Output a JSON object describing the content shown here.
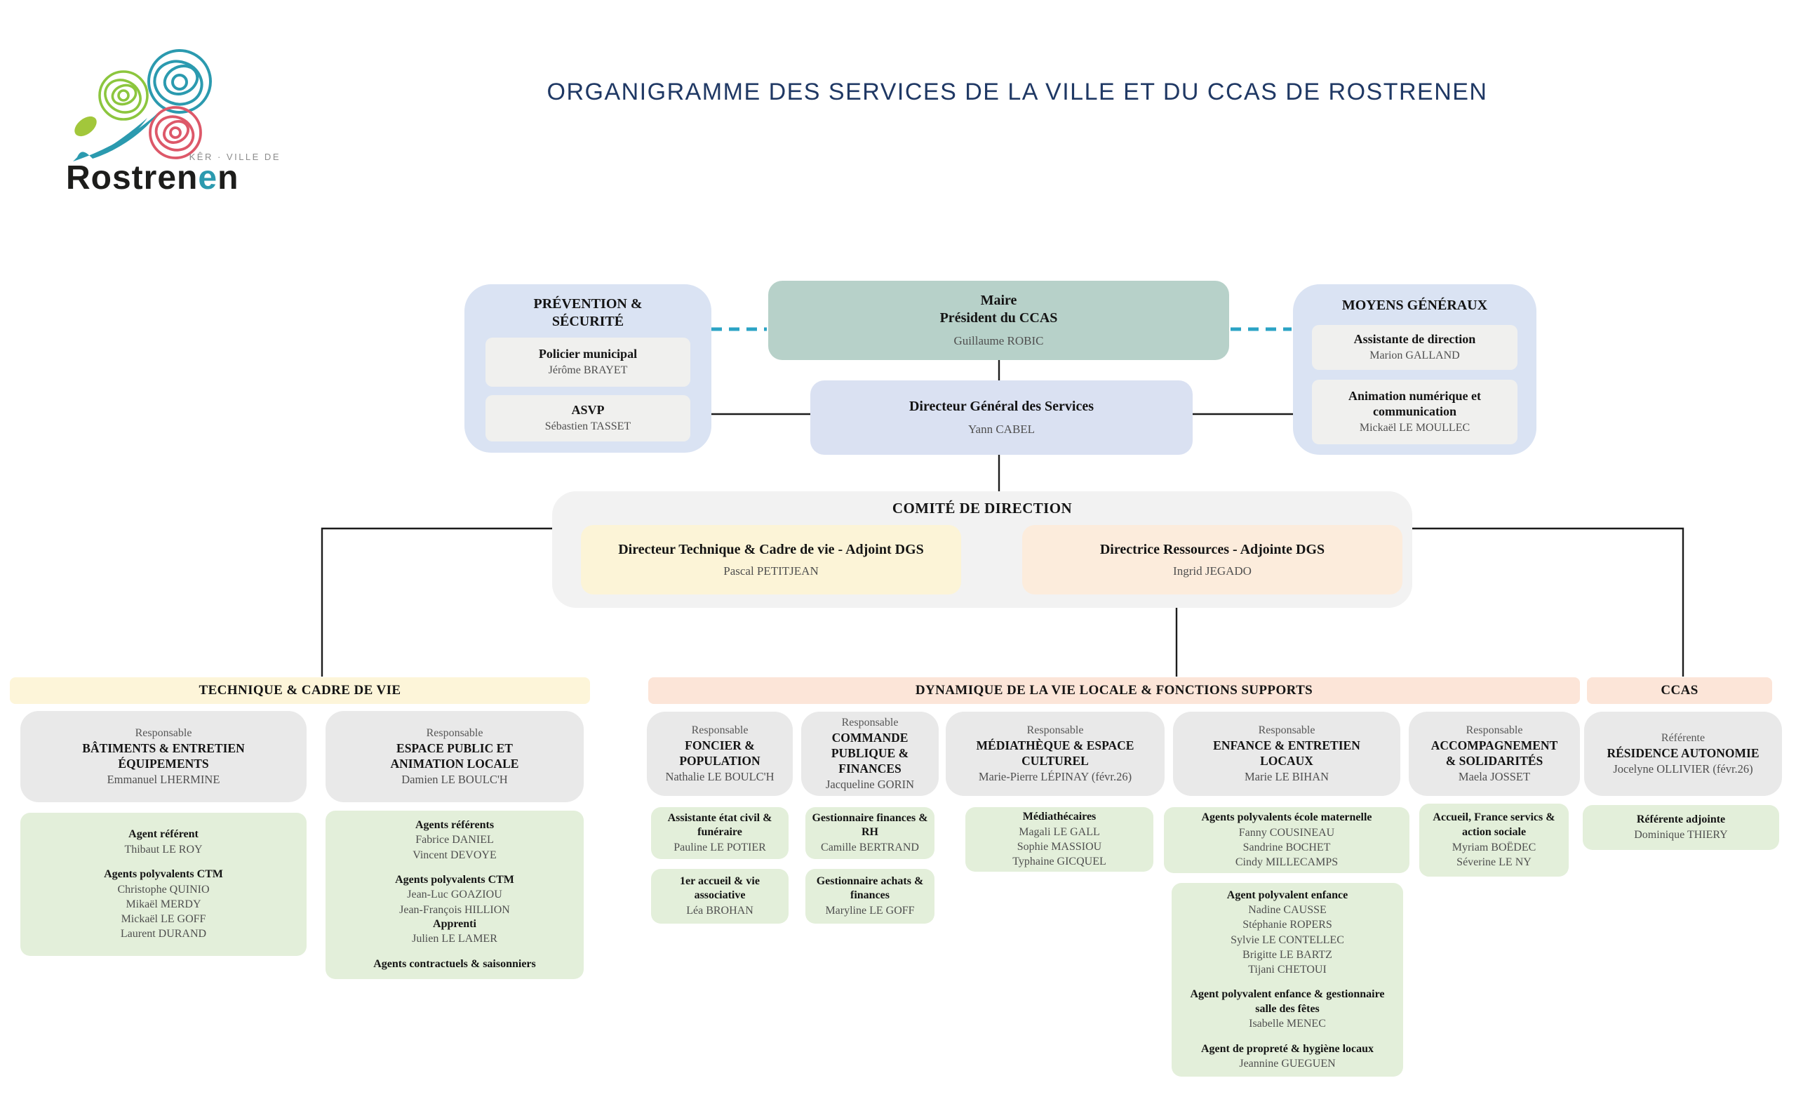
{
  "title": "ORGANIGRAMME DES SERVICES DE LA VILLE ET DU CCAS DE ROSTRENEN",
  "logo": {
    "tagline": "KÊR · VILLE DE",
    "name_prefix": "Rostren",
    "name_accent": "e",
    "name_suffix": "n"
  },
  "colors": {
    "title_blue": "#1f3864",
    "dash_teal": "#2ba3c4",
    "logo_teal": "#2b9aaf",
    "maire_box": "#b7d1c9",
    "blue_box": "#dae3f3",
    "dgs_box": "#dae1f2",
    "inner_gray": "#f0f0ee",
    "comite_gray": "#f2f2f2",
    "yellow_box": "#fcf4d7",
    "peach_box": "#fcecdc",
    "band_yellow": "#fdf5d9",
    "band_peach": "#fce5d8",
    "head_gray": "#e9e9e9",
    "green_box": "#e3efda"
  },
  "org": {
    "prevention": {
      "title": "PRÉVENTION & SÉCURITÉ",
      "roles": [
        {
          "label": "Policier municipal",
          "name": "Jérôme BRAYET"
        },
        {
          "label": "ASVP",
          "name": "Sébastien TASSET"
        }
      ]
    },
    "maire": {
      "line1": "Maire",
      "line2": "Président du CCAS",
      "name": "Guillaume ROBIC"
    },
    "moyens": {
      "title": "MOYENS GÉNÉRAUX",
      "roles": [
        {
          "label": "Assistante de direction",
          "name": "Marion GALLAND"
        },
        {
          "label": "Animation numérique et communication",
          "name": "Mickaël LE MOULLEC"
        }
      ]
    },
    "dgs": {
      "label": "Directeur Général des Services",
      "name": "Yann CABEL"
    },
    "comite": {
      "title": "COMITÉ DE DIRECTION",
      "members": [
        {
          "label": "Directeur Technique & Cadre de vie - Adjoint DGS",
          "name": "Pascal PETITJEAN"
        },
        {
          "label": "Directrice Ressources - Adjointe DGS",
          "name": "Ingrid JEGADO"
        }
      ]
    }
  },
  "sections": {
    "technique": {
      "band": "TECHNIQUE & CADRE DE VIE",
      "heads": [
        {
          "pre": "Responsable",
          "title": "BÂTIMENTS & ENTRETIEN ÉQUIPEMENTS",
          "name": "Emmanuel LHERMINE"
        },
        {
          "pre": "Responsable",
          "title": "ESPACE PUBLIC ET ANIMATION LOCALE",
          "name": "Damien LE BOULC'H"
        }
      ],
      "team1": {
        "groups": [
          {
            "label": "Agent référent",
            "names": [
              "Thibaut LE ROY"
            ]
          },
          {
            "label": "Agents polyvalents CTM",
            "names": [
              "Christophe QUINIO",
              "Mikaël MERDY",
              "Mickaël LE GOFF",
              "Laurent DURAND"
            ]
          }
        ]
      },
      "team2": {
        "groups": [
          {
            "label": "Agents référents",
            "names": [
              "Fabrice DANIEL",
              "Vincent DEVOYE"
            ]
          },
          {
            "label": "Agents polyvalents CTM",
            "names": [
              "Jean-Luc GOAZIOU",
              "Jean-François HILLION"
            ]
          },
          {
            "label": "Apprenti",
            "names": [
              "Julien LE LAMER"
            ]
          },
          {
            "label": "Agents contractuels & saisonniers",
            "names": []
          }
        ]
      }
    },
    "dynamique": {
      "band": "DYNAMIQUE DE LA VIE LOCALE & FONCTIONS SUPPORTS",
      "heads": [
        {
          "pre": "Responsable",
          "title": "FONCIER & POPULATION",
          "name": "Nathalie LE BOULC'H"
        },
        {
          "pre": "Responsable",
          "title": "COMMANDE PUBLIQUE & FINANCES",
          "name": "Jacqueline GORIN"
        },
        {
          "pre": "Responsable",
          "title": "MÉDIATHÈQUE & ESPACE CULTUREL",
          "name": "Marie-Pierre LÉPINAY (févr.26)"
        },
        {
          "pre": "Responsable",
          "title": "ENFANCE & ENTRETIEN LOCAUX",
          "name": "Marie LE BIHAN"
        },
        {
          "pre": "Responsable",
          "title": "ACCOMPAGNEMENT & SOLIDARITÉS",
          "name": "Maela JOSSET"
        }
      ],
      "foncier": [
        {
          "label": "Assistante état civil & funéraire",
          "names": [
            "Pauline LE POTIER"
          ]
        },
        {
          "label": "1er accueil & vie associative",
          "names": [
            "Léa BROHAN"
          ]
        }
      ],
      "commande": [
        {
          "label": "Gestionnaire finances & RH",
          "names": [
            "Camille BERTRAND"
          ]
        },
        {
          "label": "Gestionnaire achats & finances",
          "names": [
            "Maryline LE GOFF"
          ]
        }
      ],
      "mediatheque": {
        "label": "Médiathécaires",
        "names": [
          "Magali LE GALL",
          "Sophie MASSIOU",
          "Typhaine GICQUEL"
        ]
      },
      "enfance_maternelle": {
        "label": "Agents polyvalents école maternelle",
        "names": [
          "Fanny COUSINEAU",
          "Sandrine BOCHET",
          "Cindy MILLECAMPS"
        ]
      },
      "enfance_main": {
        "groups": [
          {
            "label": "Agent polyvalent enfance",
            "names": [
              "Nadine CAUSSE",
              "Stéphanie ROPERS",
              "Sylvie LE CONTELLEC",
              "Brigitte LE BARTZ",
              "Tijani CHETOUI"
            ]
          },
          {
            "label": "Agent polyvalent enfance & gestionnaire salle des fêtes",
            "names": [
              "Isabelle MENEC"
            ]
          },
          {
            "label": "Agent de propreté & hygiène locaux",
            "names": [
              "Jeannine GUEGUEN"
            ]
          }
        ]
      },
      "accompagnement": {
        "label": "Accueil, France servics & action sociale",
        "names": [
          "Myriam BOËDEC",
          "Séverine LE NY"
        ]
      }
    },
    "ccas": {
      "band": "CCAS",
      "head": {
        "pre": "Référente",
        "title": "RÉSIDENCE AUTONOMIE",
        "name": "Jocelyne OLLIVIER (févr.26)"
      },
      "team": {
        "label": "Référente adjointe",
        "names": [
          "Dominique THIERY"
        ]
      }
    }
  }
}
